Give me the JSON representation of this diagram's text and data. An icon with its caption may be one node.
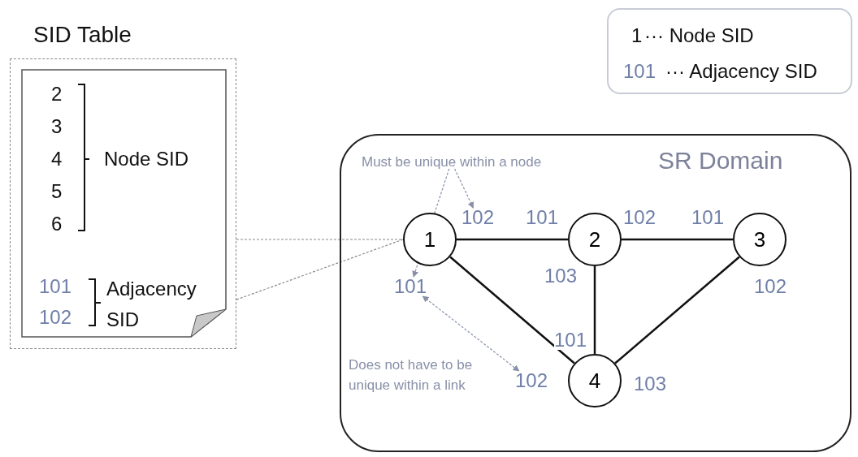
{
  "diagram": {
    "nodes": [
      {
        "text": [
          "SID Table"
        ]
      },
      {
        "text": [
          "2",
          "3",
          "4",
          "5",
          "6",
          "Node SID",
          "101",
          "102",
          "Adjacency SID"
        ],
        "in": 0
      },
      {
        "text": [
          "1",
          "··· Node SID",
          "101",
          "··· Adjacency SID"
        ]
      },
      {
        "text": [
          "SR Domain"
        ]
      },
      {
        "text": [
          "1"
        ],
        "in": 3
      },
      {
        "text": [
          "2"
        ],
        "in": 3
      },
      {
        "text": [
          "3"
        ],
        "in": 3
      },
      {
        "text": [
          "4"
        ],
        "in": 3
      },
      {
        "text": [
          "Must be unique within a node"
        ],
        "in": 3
      },
      {
        "text": [
          "102"
        ],
        "in": 3
      },
      {
        "text": [
          "101"
        ],
        "in": 3
      },
      {
        "text": [
          "Does not have to be unique within a link"
        ],
        "in": 3
      },
      {
        "text": [
          "102"
        ],
        "in": 3
      }
    ],
    "edges": [
      {
        "from": 0,
        "to": 4,
        "arrow": "none",
        "style": "dashed",
        "color": "#8a8a8a"
      },
      {
        "from": 4,
        "to": 5,
        "arrow": "none"
      },
      {
        "from": 5,
        "to": 6,
        "arrow": "none"
      },
      {
        "from": 4,
        "to": 7,
        "arrow": "none"
      },
      {
        "from": 5,
        "to": 7,
        "arrow": "none"
      },
      {
        "from": 6,
        "to": 7,
        "arrow": "none"
      },
      {
        "from": 8,
        "to": 9,
        "arrow": "to",
        "style": "dashed",
        "color": "#8890a8"
      },
      {
        "from": 8,
        "to": 10,
        "arrow": "to",
        "style": "dashed",
        "color": "#8890a8"
      },
      {
        "from": 10,
        "to": 12,
        "arrow": "both",
        "style": "dashed",
        "color": "#8890a8"
      }
    ],
    "labels": [
      "101",
      "102",
      "101",
      "103",
      "102",
      "101",
      "103"
    ]
  }
}
